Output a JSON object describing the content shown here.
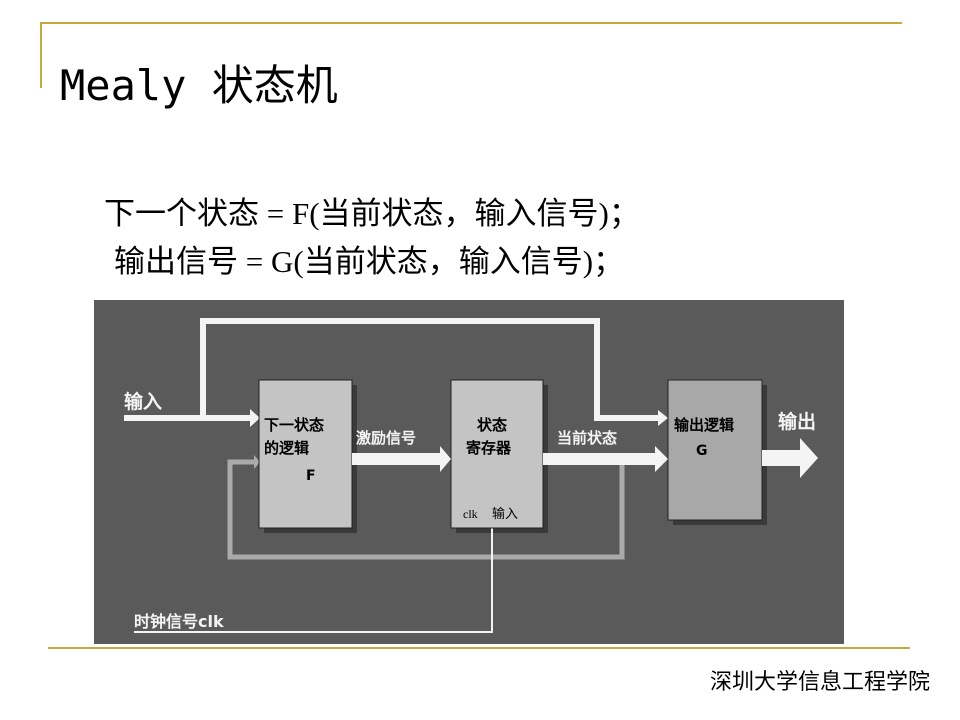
{
  "title": "Mealy 状态机",
  "formulas": [
    "下一个状态 = F(当前状态，输入信号)；",
    "输出信号 = G(当前状态，输入信号)；"
  ],
  "diagram": {
    "input": "输入",
    "next_logic": [
      "下一状态",
      "的逻辑",
      "F"
    ],
    "excitation": "激励信号",
    "register": [
      "状态",
      "寄存器"
    ],
    "clk_label": "clk",
    "reg_input": "输入",
    "current_state": "当前状态",
    "output_logic": [
      "输出逻辑",
      "G"
    ],
    "output": "输出",
    "clock": "时钟信号clk"
  },
  "footer": "深圳大学信息工程学院"
}
